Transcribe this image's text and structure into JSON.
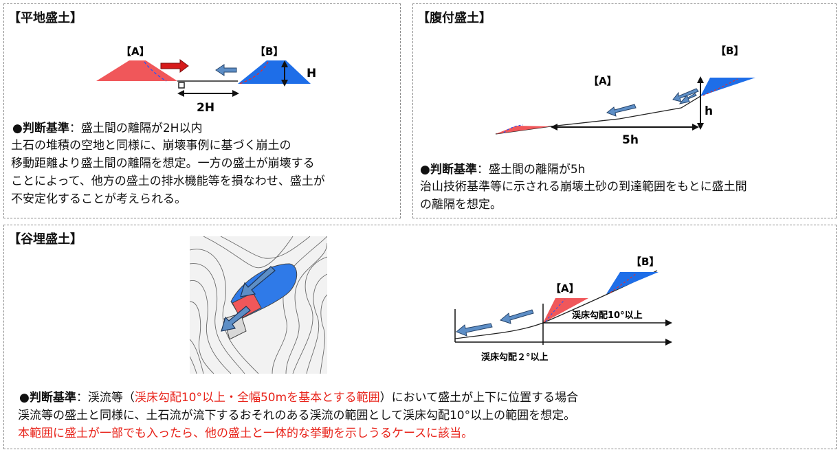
{
  "panel_flat": {
    "title": "【平地盛土】",
    "label_a": "【A】",
    "label_b": "【B】",
    "dim_h": "H",
    "dim_gap": "2H",
    "criterion_head": "●判断基準",
    "criterion_sep": "：",
    "criterion_value": "盛土間の離隔が2H以内",
    "desc_lines": [
      "土石の堆積の空地と同様に、崩壊事例に基づく崩土の",
      "移動距離より盛土間の離隔を想定。一方の盛土が崩壊する",
      "ことによって、他方の盛土の排水機能等を損なわせ、盛土が",
      "不安定化することが考えられる。"
    ]
  },
  "panel_slope": {
    "title": "【腹付盛土】",
    "label_a": "【A】",
    "label_b": "【B】",
    "dim_h": "h",
    "dim_gap": "5h",
    "criterion_head": "●判断基準",
    "criterion_sep": "：",
    "criterion_value": "盛土間の離隔が5h",
    "desc_lines": [
      "治山技術基準等に示される崩壊土砂の到達範囲をもとに盛土間",
      "の離隔を想定。"
    ]
  },
  "panel_valley": {
    "title": "【谷埋盛土】",
    "label_a": "【A】",
    "label_b": "【B】",
    "slope_upper": "渓床勾配10°以上",
    "slope_lower": "渓床勾配２°以上",
    "criterion_head": "●判断基準",
    "criterion_sep": "：",
    "criterion_pre": "渓流等（",
    "criterion_red": "渓床勾配10°以上・全幅50mを基本とする範囲",
    "criterion_post": "）において盛土が上下に位置する場合",
    "desc_line": "渓流等の盛土と同様に、土石流が流下するおそれのある渓流の範囲として渓床勾配10°以上の範囲を想定。",
    "red_line": "本範囲に盛土が一部でも入ったら、他の盛土と一体的な挙動を示しうるケースに該当。"
  },
  "colors": {
    "fill_red": "#f0575a",
    "fill_blue": "#1e6ee8",
    "arrow_red": "#d61b1b",
    "arrow_blue": "#5d8ec6",
    "text_red": "#e8241b"
  }
}
